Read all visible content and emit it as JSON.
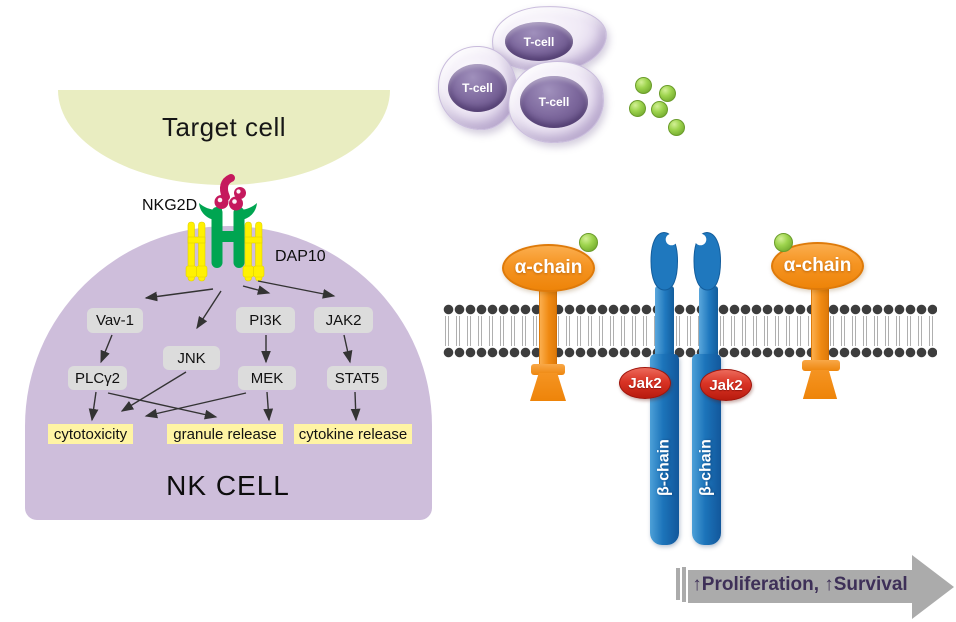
{
  "left_panel": {
    "target_cell_label": "Target cell",
    "receptor_label": "NKG2D",
    "adaptor_label": "DAP10",
    "cell_label": "NK CELL",
    "nodes": [
      "Vav-1",
      "JNK",
      "PI3K",
      "JAK2",
      "PLCγ2",
      "MEK",
      "STAT5"
    ],
    "outcomes": [
      "cytotoxicity",
      "granule release",
      "cytokine release"
    ],
    "edges": [
      {
        "from": "NKG2D/DAP10",
        "to": "Vav-1"
      },
      {
        "from": "NKG2D/DAP10",
        "to": "JNK"
      },
      {
        "from": "NKG2D/DAP10",
        "to": "PI3K"
      },
      {
        "from": "NKG2D/DAP10",
        "to": "JAK2"
      },
      {
        "from": "Vav-1",
        "to": "PLCγ2"
      },
      {
        "from": "PI3K",
        "to": "MEK"
      },
      {
        "from": "JAK2",
        "to": "STAT5"
      },
      {
        "from": "PLCγ2",
        "to": "cytotoxicity"
      },
      {
        "from": "PLCγ2",
        "to": "granule release"
      },
      {
        "from": "JNK",
        "to": "cytotoxicity"
      },
      {
        "from": "MEK",
        "to": "granule release"
      },
      {
        "from": "MEK",
        "to": "cytotoxicity"
      },
      {
        "from": "STAT5",
        "to": "cytokine release"
      }
    ]
  },
  "right_panel": {
    "t_cell_labels": [
      "T-cell",
      "T-cell",
      "T-cell"
    ],
    "alpha_chain_labels": [
      "α-chain",
      "α-chain"
    ],
    "jak2_labels": [
      "Jak2",
      "Jak2"
    ],
    "beta_chain_labels": [
      "β-chain",
      "β-chain"
    ],
    "outcome_arrow_label": "↑Proliferation, ↑Survival",
    "cytokine_ball_count": 5
  },
  "colors": {
    "target_cell": "#E9EDC1",
    "nk_cell": "#CEBEDB",
    "node_box": "#DCDCDC",
    "outcome_box": "#FFF4A4",
    "receptor_green": "#00A551",
    "ligand_berry": "#C5195D",
    "dap10_yellow": "#FFF101",
    "alpha_orange": "#F08A12",
    "beta_blue": "#1C74BA",
    "jak2_red": "#D93425",
    "cytokine_green": "#8DC63F",
    "membrane_dot": "#3D3D3D",
    "outcome_arrow_gray": "#ABABAB",
    "outcome_arrow_text": "#3E3058"
  }
}
